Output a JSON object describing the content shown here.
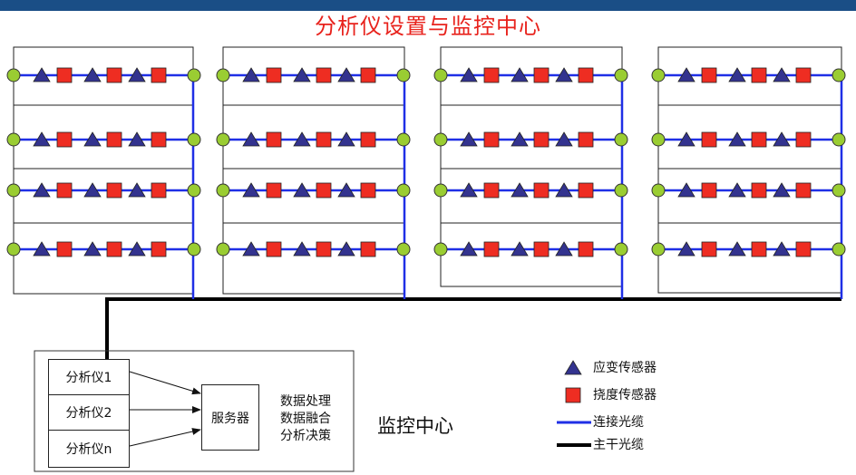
{
  "header": {
    "title": "分析仪设置与监控中心"
  },
  "colors": {
    "title": "#e8221c",
    "top_bar": "#1a4e86",
    "connection_cable": "#1f2fe6",
    "trunk_cable": "#000000",
    "sensor_node": "#9acd32",
    "strain_sensor": "#33338f",
    "deflection_sensor": "#ee2d22"
  },
  "icons": {
    "strain_sensor": "triangle",
    "deflection_sensor": "square",
    "node": "circle"
  },
  "spans": [
    {
      "rows": 4,
      "pattern": [
        "node",
        "triangle",
        "square",
        "triangle",
        "square",
        "triangle",
        "square",
        "node"
      ]
    },
    {
      "rows": 4,
      "pattern": [
        "node",
        "triangle",
        "square",
        "triangle",
        "square",
        "triangle",
        "square",
        "node"
      ]
    },
    {
      "rows": 4,
      "pattern": [
        "node",
        "triangle",
        "square",
        "triangle",
        "square",
        "triangle",
        "square",
        "node"
      ]
    },
    {
      "rows": 4,
      "pattern": [
        "node",
        "triangle",
        "square",
        "triangle",
        "square",
        "triangle",
        "square",
        "node"
      ]
    }
  ],
  "monitoring_center": {
    "label": "监控中心",
    "analyzers": [
      "分析仪1",
      "分析仪2",
      "分析仪n"
    ],
    "server": "服务器",
    "processing": [
      "数据处理",
      "数据融合",
      "分析决策"
    ]
  },
  "legend": {
    "strain_sensor": "应变传感器",
    "deflection_sensor": "挠度传感器",
    "connection_cable": "连接光缆",
    "trunk_cable": "主干光缆"
  }
}
